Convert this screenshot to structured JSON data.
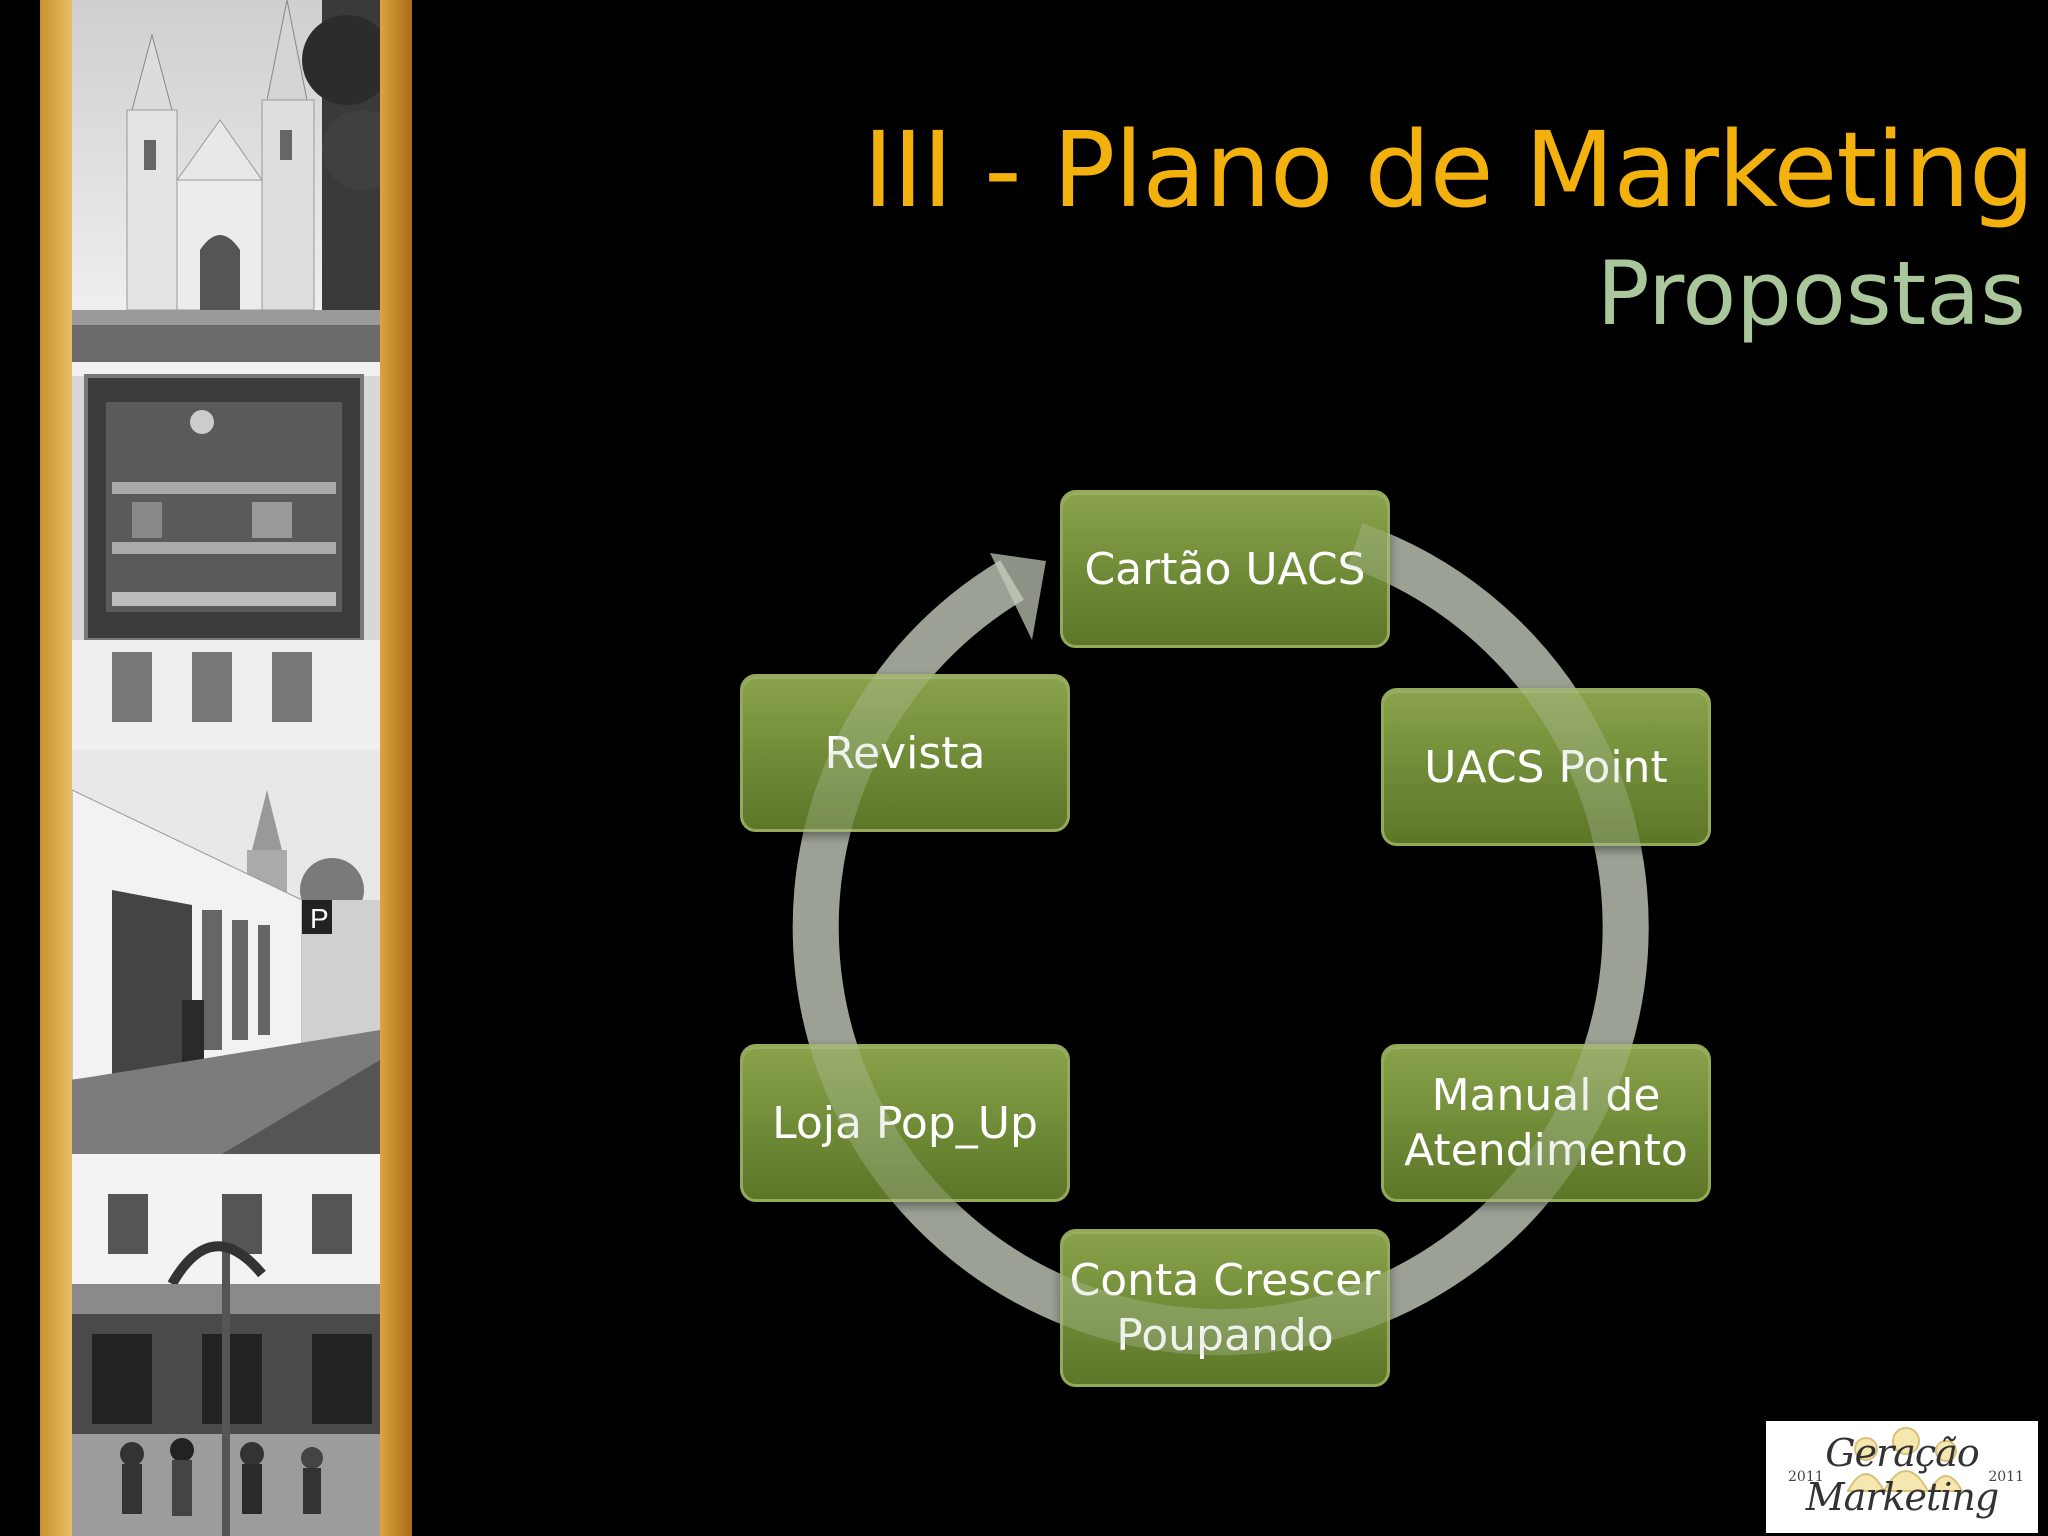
{
  "slide": {
    "title": "III - Plano de Marketing",
    "subtitle": "Propostas"
  },
  "colors": {
    "title": "#f3b10e",
    "subtitle": "#a9c79a",
    "node_fill": "#6f8a36",
    "ring": "#c3cbbb",
    "background": "#000000"
  },
  "cycle": {
    "nodes": [
      {
        "id": "cartao",
        "label": "Cartão UACS"
      },
      {
        "id": "point",
        "label": "UACS Point"
      },
      {
        "id": "manual",
        "label": "Manual de\nAtendimento"
      },
      {
        "id": "conta",
        "label": "Conta Crescer\nPoupando"
      },
      {
        "id": "loja",
        "label": "Loja Pop_Up"
      },
      {
        "id": "revista",
        "label": "Revista"
      }
    ],
    "direction": "clockwise"
  },
  "logo": {
    "year_left": "2011",
    "year_right": "2011",
    "text": "Geração Marketing"
  },
  "photos": [
    "church",
    "shop-window",
    "street",
    "plaza"
  ]
}
